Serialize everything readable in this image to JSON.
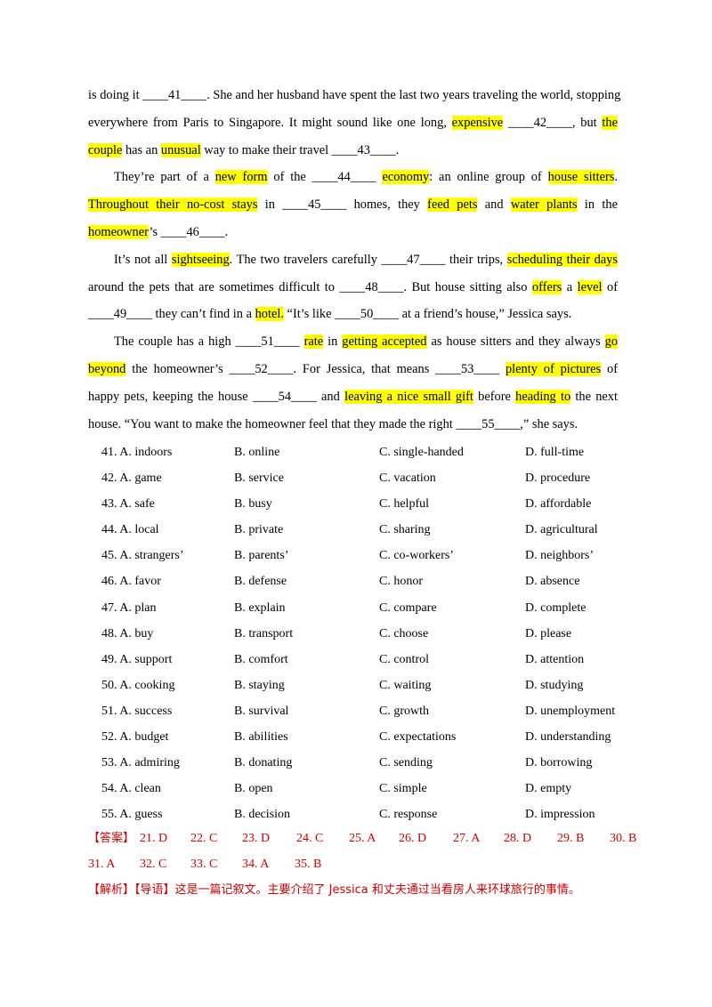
{
  "passage": {
    "p1": {
      "l1": [
        "is doing it ____41____. She and her husband have spent the last two years traveling the world, stopping"
      ],
      "l2": [
        "everywhere from Paris to Singapore. It might sound like one long, ",
        "expensive",
        " ____42____, but ",
        "the"
      ],
      "l3": [
        "couple",
        " has an ",
        "unusual",
        " way to make their travel ____43____."
      ]
    },
    "p2": {
      "l1": [
        "They’re part of a ",
        "new form",
        " of the ____44____ ",
        "economy",
        ": an online group of ",
        "house sitters",
        "."
      ],
      "l2": [
        "Throughout their no-cost stays",
        " in ____45____ homes, they ",
        "feed pets",
        " and ",
        "water plants",
        " in the"
      ],
      "l3": [
        "homeowner",
        "’s ____46____."
      ]
    },
    "p3": {
      "l1": [
        "It’s not all ",
        "sightseeing",
        ". The two travelers carefully ____47____ their trips, ",
        "scheduling their days"
      ],
      "l2": [
        "around the pets that are sometimes difficult to ____48____. But house sitting also ",
        "offers",
        " a ",
        "level",
        " of"
      ],
      "l3": [
        "____49____ they can’t find in a ",
        "hotel.",
        " “It’s like ____50____ at a friend’s house,” Jessica says."
      ]
    },
    "p4": {
      "l1": [
        "The couple has a high ____51____ ",
        "rate",
        " in ",
        "getting accepted",
        " as house sitters and they always ",
        "go"
      ],
      "l2": [
        "beyond",
        " the homeowner’s ____52____. For Jessica, that means ____53____ ",
        "plenty of pictures",
        " of"
      ],
      "l3": [
        "happy pets, keeping the house ____54____ and ",
        "leaving a nice small gift",
        " before ",
        "heading to",
        " the next"
      ],
      "l4": [
        "house. “You want to make the homeowner feel that they made the right ____55____,” she says."
      ]
    }
  },
  "options": [
    [
      "41. A. indoors",
      "B. online",
      "C. single-handed",
      "D. full-time"
    ],
    [
      "42. A. game",
      "B. service",
      "C. vacation",
      "D. procedure"
    ],
    [
      "43. A. safe",
      "B. busy",
      "C. helpful",
      "D. affordable"
    ],
    [
      "44. A. local",
      "B. private",
      "C. sharing",
      "D. agricultural"
    ],
    [
      "45. A. strangers’",
      "B. parents’",
      "C. co-workers’",
      "D. neighbors’"
    ],
    [
      "46. A. favor",
      "B. defense",
      "C. honor",
      "D. absence"
    ],
    [
      "47. A. plan",
      "B. explain",
      "C. compare",
      "D. complete"
    ],
    [
      "48.  A. buy",
      "B. transport",
      "C. choose",
      "D. please"
    ],
    [
      "49. A. support",
      "B. comfort",
      "C. control",
      "D. attention"
    ],
    [
      "50. A. cooking",
      "B. staying",
      "C. waiting",
      "D. studying"
    ],
    [
      "51. A. success",
      "B. survival",
      "C. growth",
      "D. unemployment"
    ],
    [
      "52. A. budget",
      "B. abilities",
      "C. expectations",
      "D. understanding"
    ],
    [
      "53. A. admiring",
      "B. donating",
      "C. sending",
      "D. borrowing"
    ],
    [
      "54. A. clean",
      "B. open",
      "C. simple",
      "D. empty"
    ],
    [
      "55. A. guess",
      "B. decision",
      "C. response",
      "D. impression"
    ]
  ],
  "answers": {
    "label": "【答案】",
    "row1": [
      "21. D",
      "22. C",
      "23. D",
      "24. C",
      "25. A",
      "26. D",
      "27. A",
      "28. D",
      "29. B",
      "30. B"
    ],
    "row2": [
      "31. A",
      "32. C",
      "33. C",
      "34. A",
      "35. B"
    ]
  },
  "explanation": "【解析】【导语】这是一篇记叙文。主要介绍了 Jessica 和丈夫通过当看房人来环球旅行的事情。",
  "colors": {
    "highlight": "#ffff00",
    "answer_red": "#d00000"
  }
}
